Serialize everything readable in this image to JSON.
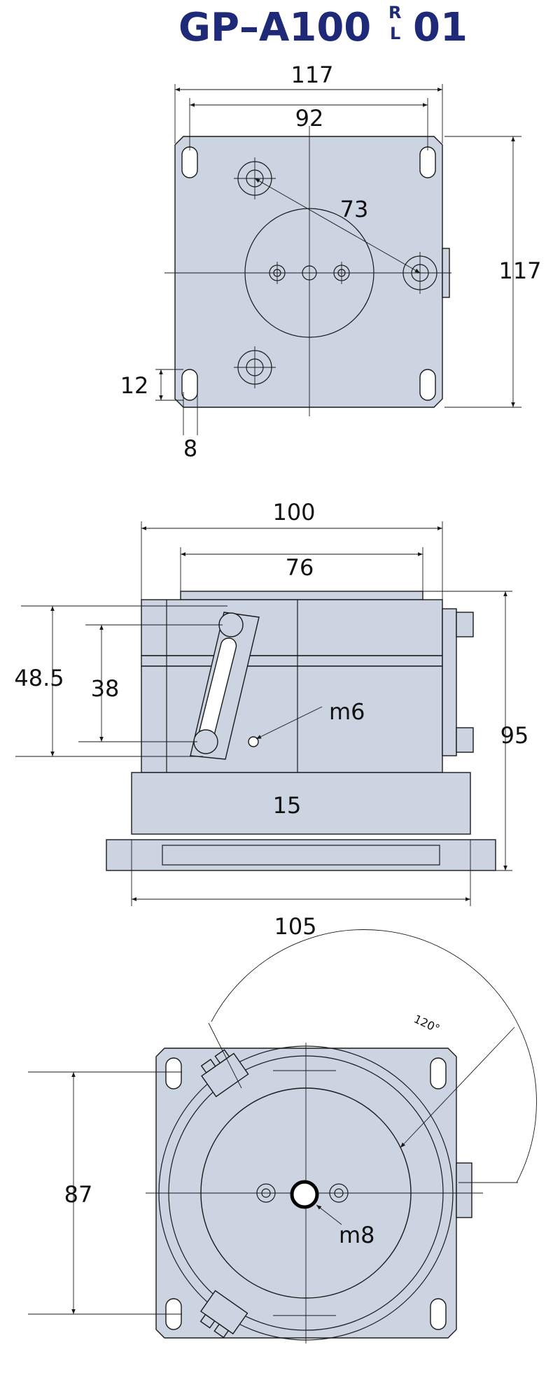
{
  "title": {
    "main": "GP–A100",
    "sup": "R",
    "sub": "L",
    "suffix": "01"
  },
  "top_view": {
    "dims": [
      "117",
      "92",
      "73",
      "117",
      "12",
      "8"
    ]
  },
  "side_view": {
    "dims": [
      "100",
      "76",
      "48.5",
      "38",
      "m6",
      "95",
      "15",
      "105"
    ]
  },
  "bottom_view": {
    "dims": [
      "87",
      "m8"
    ],
    "angle": "120°"
  },
  "colors": {
    "part": "#ccd3e1",
    "title": "#1e2a78",
    "line": "#1a1a1a"
  }
}
